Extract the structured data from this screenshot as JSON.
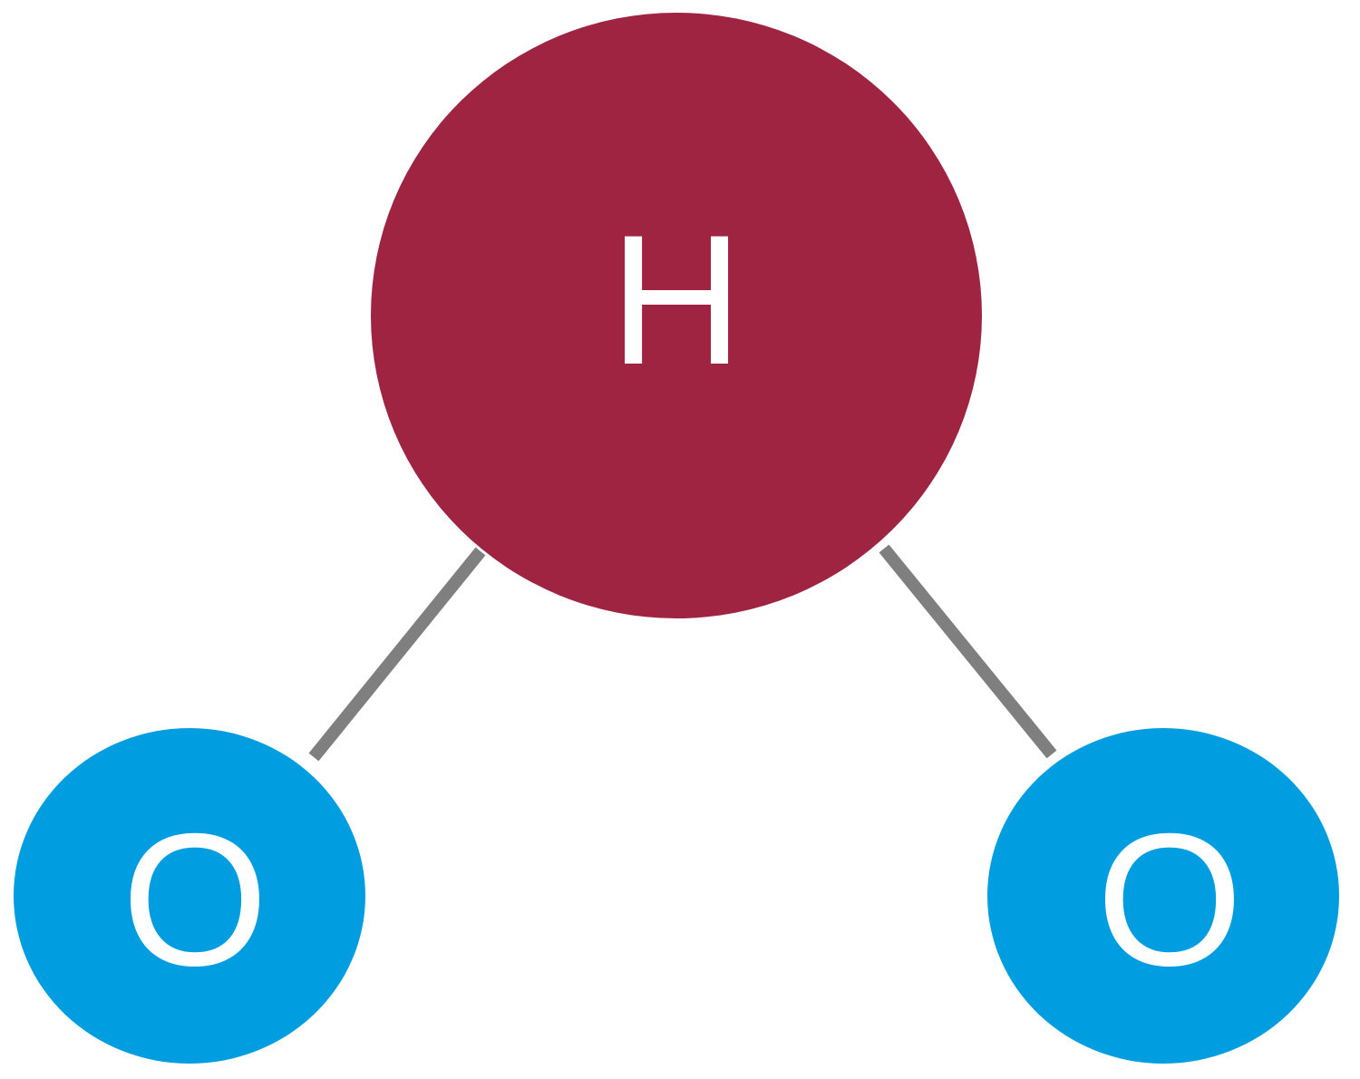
{
  "molecule": {
    "atoms": [
      {
        "id": "center",
        "label": "H",
        "color": "#9E2441"
      },
      {
        "id": "left",
        "label": "O",
        "color": "#009EE0"
      },
      {
        "id": "right",
        "label": "O",
        "color": "#009EE0"
      }
    ],
    "bond_color": "#7F7F7F"
  }
}
